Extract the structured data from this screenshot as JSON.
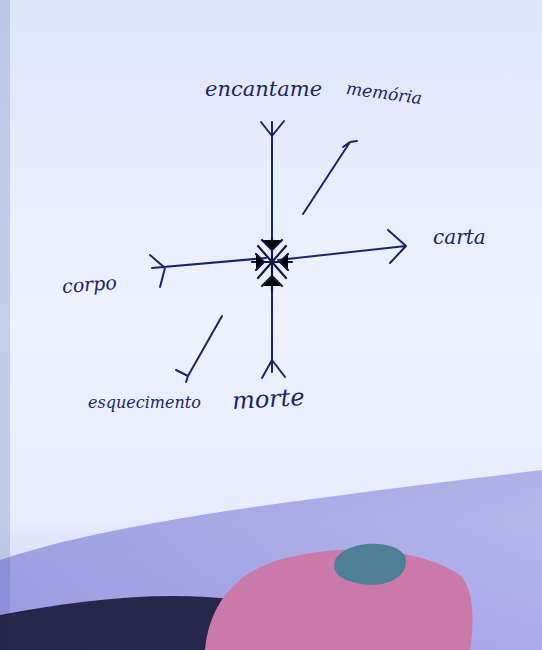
{
  "diagram": {
    "labels": [
      "encantame",
      "memória",
      "carta",
      "corpo",
      "esquecimento",
      "morte"
    ]
  }
}
